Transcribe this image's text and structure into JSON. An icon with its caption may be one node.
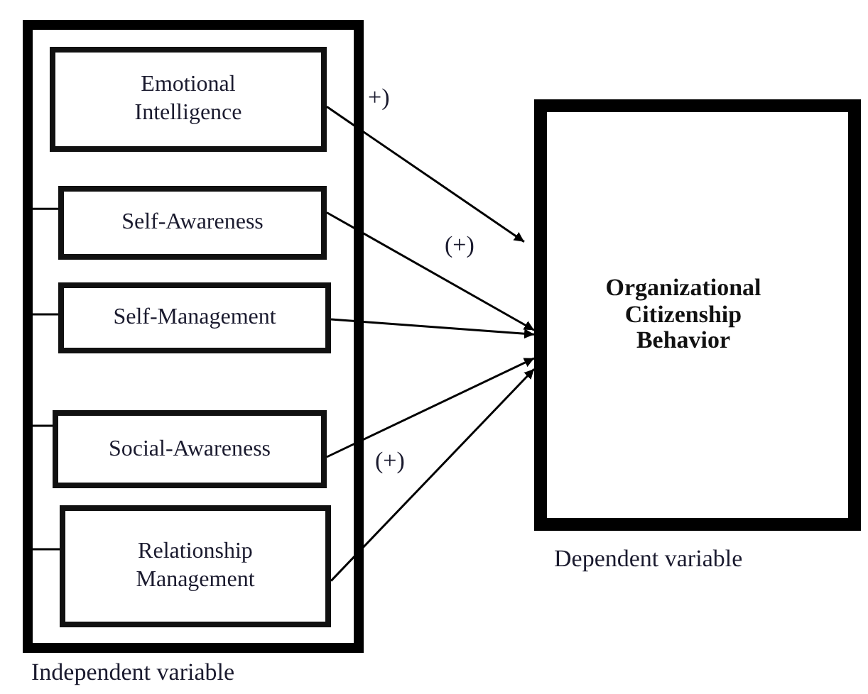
{
  "diagram": {
    "nodes": [
      {
        "text": [
          "Independent variable"
        ]
      },
      {
        "text": [
          "Emotional Intelligence"
        ],
        "in": 0
      },
      {
        "text": [
          "Self-Awareness"
        ],
        "in": 0
      },
      {
        "text": [
          "Self-Management"
        ],
        "in": 0
      },
      {
        "text": [
          "Social-Awareness"
        ],
        "in": 0
      },
      {
        "text": [
          "Relationship Management"
        ],
        "in": 0
      },
      {
        "text": [
          "Organizational Citizenship Behavior",
          "Dependent variable"
        ]
      }
    ],
    "edges": [
      {
        "from": 1,
        "to": 6,
        "arrow": "to",
        "label": "+)"
      },
      {
        "from": 2,
        "to": 6,
        "arrow": "to",
        "label": "(+)"
      },
      {
        "from": 3,
        "to": 6,
        "arrow": "to"
      },
      {
        "from": 4,
        "to": 6,
        "arrow": "to",
        "label": "(+)"
      },
      {
        "from": 5,
        "to": 6,
        "arrow": "to"
      },
      {
        "from": 0,
        "to": 2,
        "arrow": "none"
      },
      {
        "from": 0,
        "to": 3,
        "arrow": "none"
      },
      {
        "from": 0,
        "to": 4,
        "arrow": "none"
      },
      {
        "from": 0,
        "to": 5,
        "arrow": "none"
      }
    ]
  }
}
